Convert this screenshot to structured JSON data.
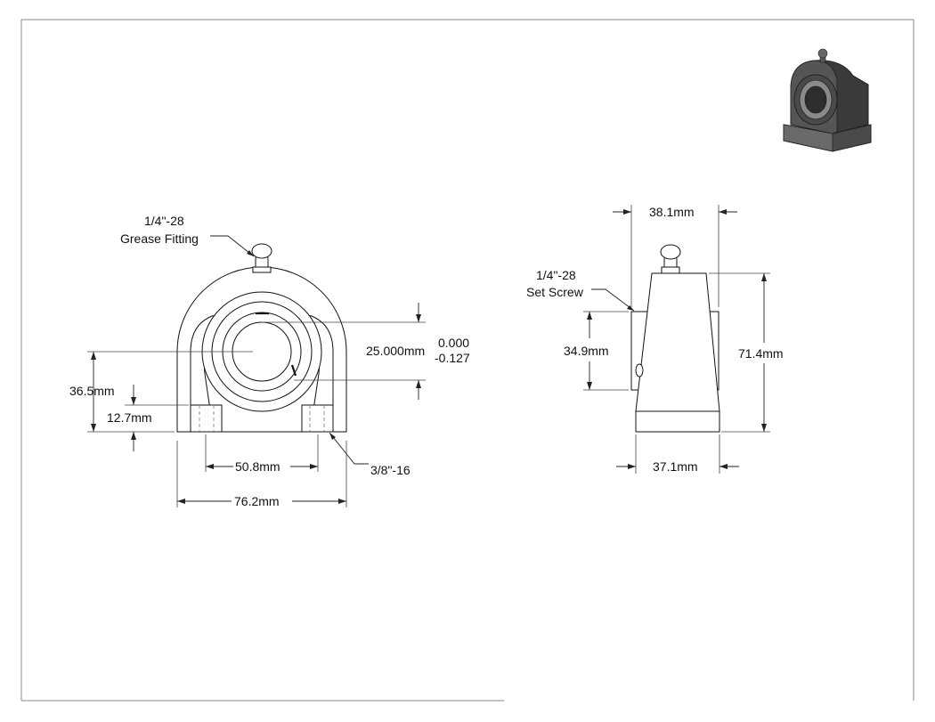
{
  "labels": {
    "grease_fitting_line1": "1/4\"-28",
    "grease_fitting_line2": "Grease Fitting",
    "bore_dia": "25.000mm",
    "tol_upper": "0.000",
    "tol_lower": "-0.127",
    "height_center": "36.5mm",
    "base_height": "12.7mm",
    "bolt_spacing": "50.8mm",
    "bolt_thread": "3/8\"-16",
    "overall_width": "76.2mm",
    "top_width": "38.1mm",
    "set_screw_line1": "1/4\"-28",
    "set_screw_line2": "Set Screw",
    "collar_width": "34.9mm",
    "overall_height": "71.4mm",
    "base_depth": "37.1mm"
  },
  "colors": {
    "line": "#111111",
    "iso_dark": "#3a3a3a",
    "iso_mid": "#5a5a5a",
    "iso_light": "#8a8a8a"
  }
}
